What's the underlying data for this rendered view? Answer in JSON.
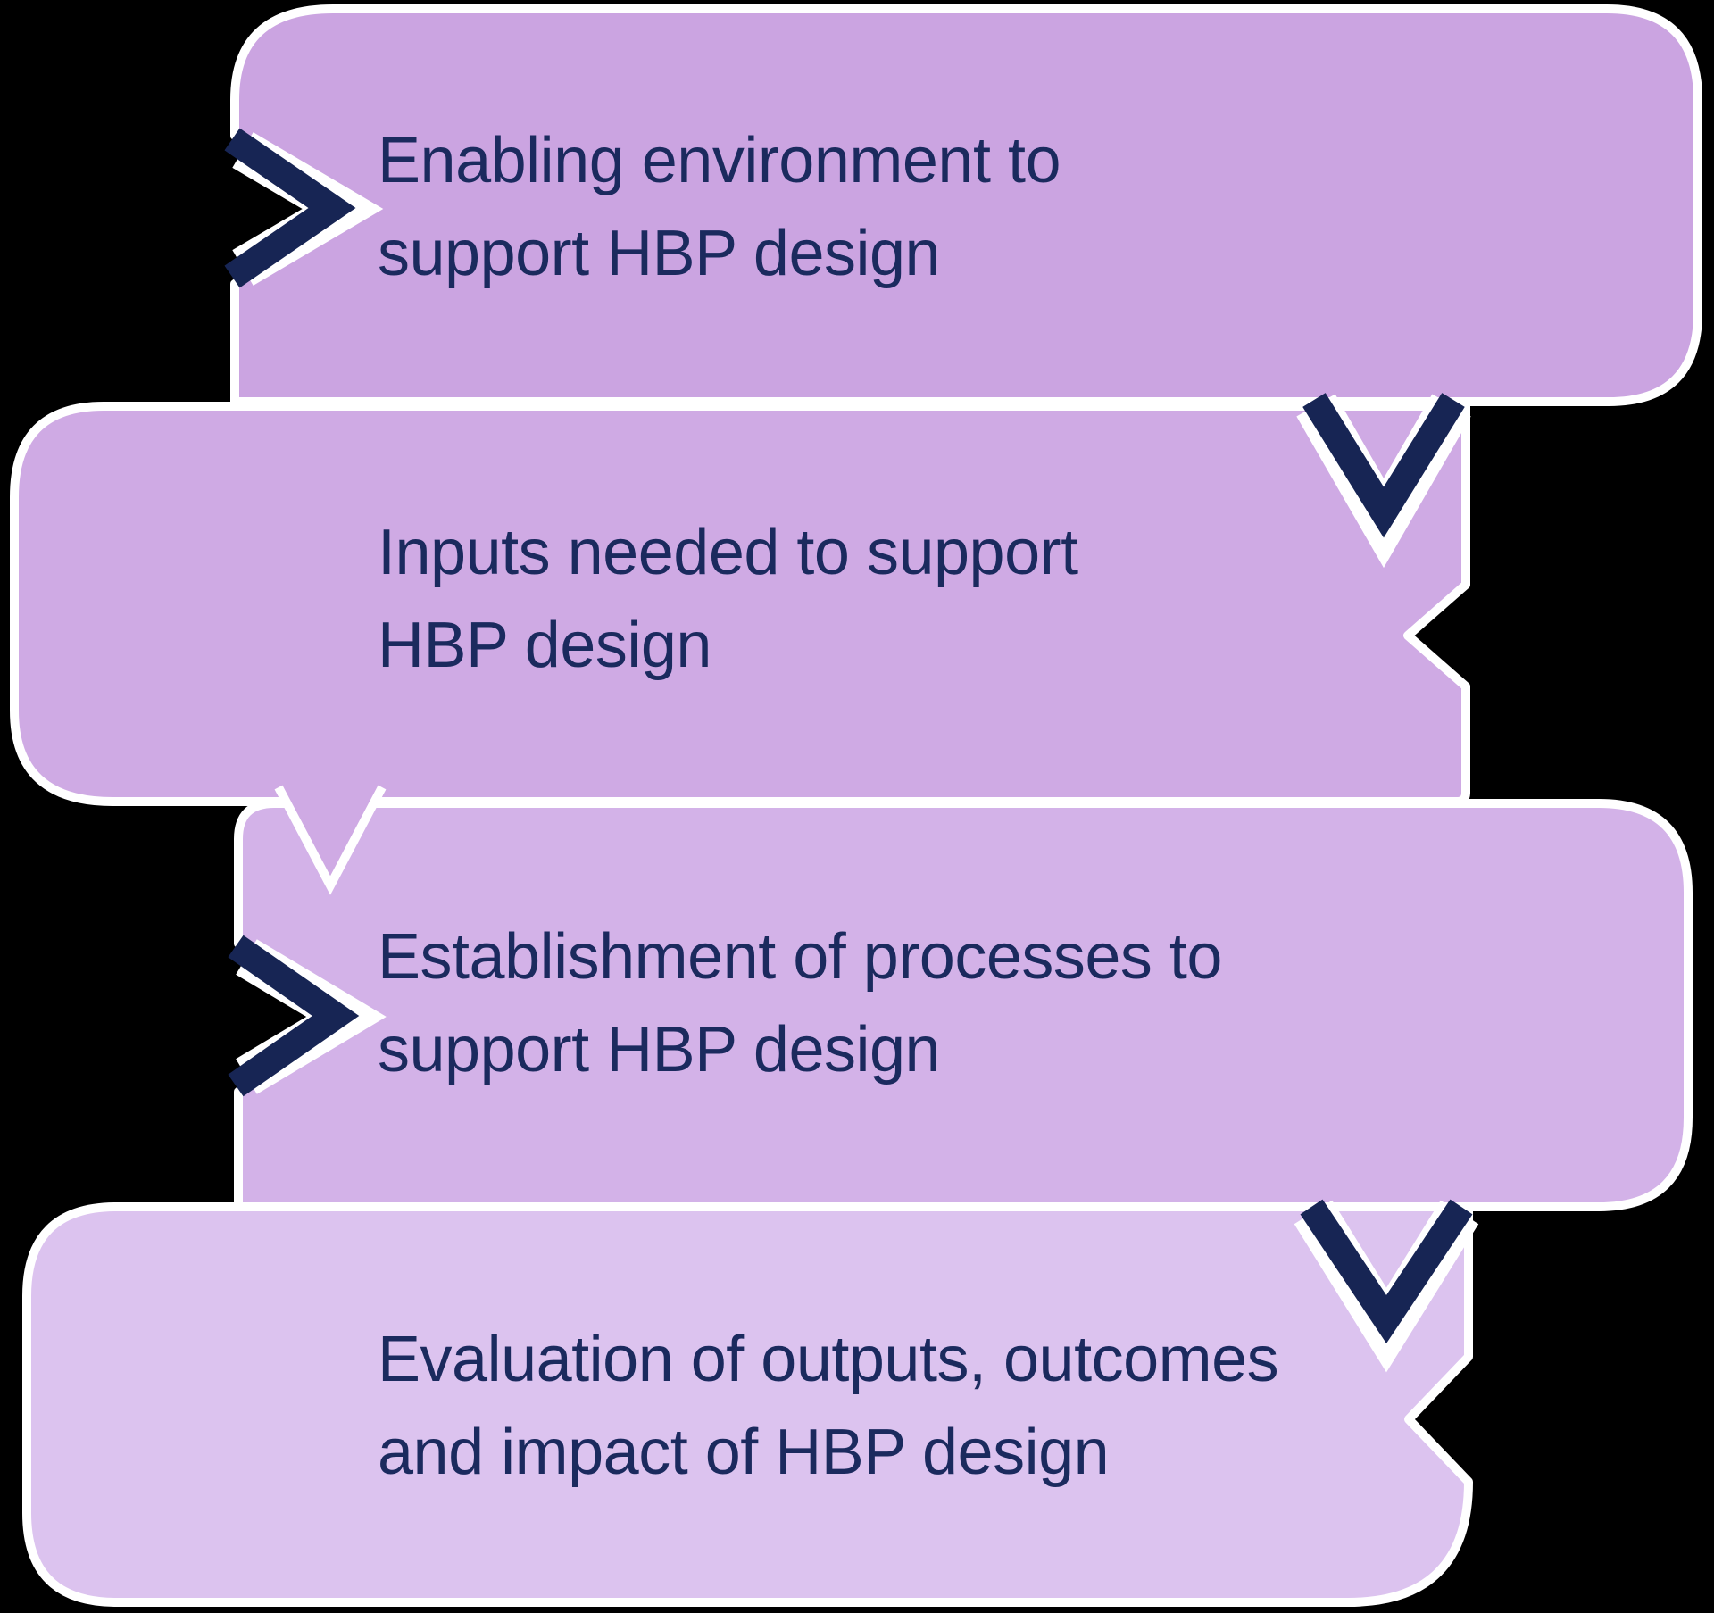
{
  "colors": {
    "background": "#000000",
    "outline": "#ffffff",
    "navy": "#1b2a5e",
    "chevron": "#172554",
    "purple-step-1": "#cba4e1",
    "purple-step-2": "#cfaae4",
    "purple-step-3": "#d3b2e8",
    "purple-step-4": "#dcc3ef"
  },
  "steps": [
    {
      "line1": "Enabling environment to",
      "line2": "support HBP design",
      "entry_icon": "chevron-right-icon",
      "exit_icon": "chevron-down-icon"
    },
    {
      "line1": "Inputs needed to support",
      "line2": "HBP design",
      "entry_icon": "chevron-down-icon",
      "exit_icon": "pointer-down-tab"
    },
    {
      "line1": "Establishment of processes to",
      "line2": "support HBP design",
      "entry_icon": "chevron-right-icon",
      "exit_icon": "chevron-down-icon"
    },
    {
      "line1": "Evaluation of outputs, outcomes",
      "line2": "and impact of HBP design",
      "entry_icon": "chevron-down-icon",
      "exit_icon": null
    }
  ]
}
